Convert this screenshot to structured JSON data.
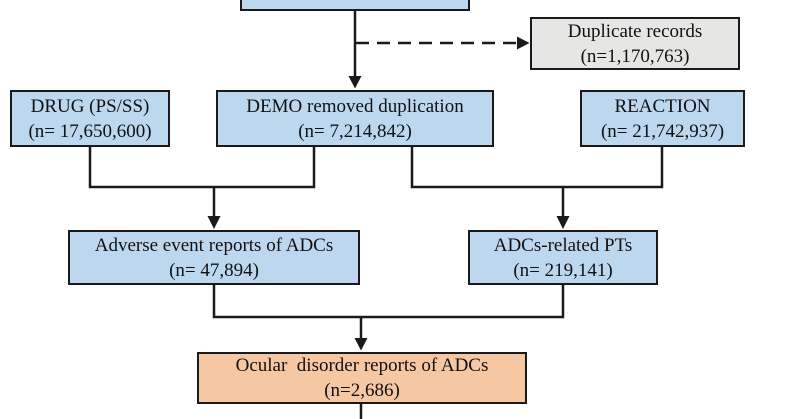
{
  "figure": {
    "type": "flowchart",
    "description": "Record selection flowchart (partially cropped at top and bottom)"
  },
  "colors": {
    "node_blue": "#BDD7EE",
    "node_gray": "#E6E6E4",
    "node_orange": "#F5C7A3",
    "border_and_lines": "#1a1a1a",
    "background": "#ffffff",
    "text": "#111111"
  },
  "nodes": {
    "top_partial": {
      "line1": "",
      "line2": ""
    },
    "duplicate": {
      "line1": "Duplicate records",
      "line2": "(n=1,170,763)"
    },
    "drug": {
      "line1": "DRUG (PS/SS)",
      "line2": "(n= 17,650,600)"
    },
    "demo": {
      "line1": "DEMO removed duplication",
      "line2": "(n= 7,214,842)"
    },
    "reaction": {
      "line1": "REACTION",
      "line2": "(n= 21,742,937)"
    },
    "adverse": {
      "line1": "Adverse event reports of ADCs",
      "line2": "(n= 47,894)"
    },
    "pts": {
      "line1": "ADCs-related PTs",
      "line2": "(n= 219,141)"
    },
    "ocular": {
      "line1": "Ocular  disorder reports of ADCs",
      "line2": "(n=2,686)"
    }
  },
  "edges": [
    {
      "from": "top_partial",
      "to": "demo",
      "style": "solid-arrow"
    },
    {
      "from": "top_partial",
      "to": "duplicate",
      "style": "dashed-arrow"
    },
    {
      "from": "drug_and_demo",
      "to": "adverse",
      "style": "solid-arrow"
    },
    {
      "from": "demo_and_reaction",
      "to": "pts",
      "style": "solid-arrow"
    },
    {
      "from": "adverse_and_pts",
      "to": "ocular",
      "style": "solid-arrow"
    },
    {
      "from": "ocular",
      "to": "offscreen-bottom",
      "style": "solid-line-cropped"
    }
  ]
}
